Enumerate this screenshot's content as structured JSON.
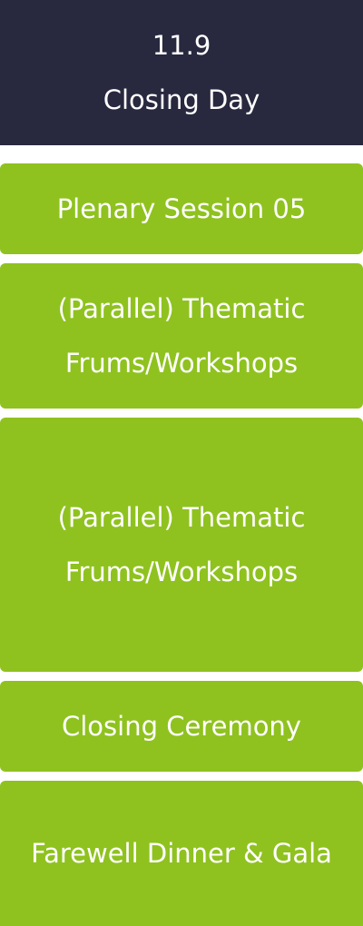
{
  "header": {
    "date": "11.9",
    "title": "Closing Day"
  },
  "sessions": [
    {
      "label": "Plenary Session 05"
    },
    {
      "label": "(Parallel) Thematic Frums/Workshops"
    },
    {
      "label": "(Parallel) Thematic Frums/Workshops"
    },
    {
      "label": "Closing Ceremony"
    },
    {
      "label": "Farewell Dinner & Gala"
    }
  ],
  "colors": {
    "header_bg": "#28283f",
    "card_bg": "#8fc21f",
    "text": "#ffffff"
  }
}
